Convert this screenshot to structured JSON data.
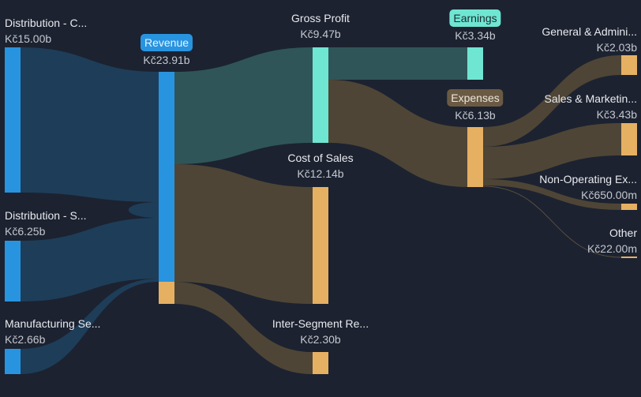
{
  "chart_data": {
    "type": "sankey",
    "title": "",
    "currency_prefix": "Kč",
    "nodes": [
      {
        "id": "dist_c",
        "label": "Distribution - C...",
        "value": "Kč15.00b",
        "value_num": 15.0,
        "unit": "b"
      },
      {
        "id": "dist_s",
        "label": "Distribution - S...",
        "value": "Kč6.25b",
        "value_num": 6.25,
        "unit": "b"
      },
      {
        "id": "mfg",
        "label": "Manufacturing Se...",
        "value": "Kč2.66b",
        "value_num": 2.66,
        "unit": "b"
      },
      {
        "id": "revenue",
        "label": "Revenue",
        "value": "Kč23.91b",
        "value_num": 23.91,
        "unit": "b"
      },
      {
        "id": "gross_profit",
        "label": "Gross Profit",
        "value": "Kč9.47b",
        "value_num": 9.47,
        "unit": "b"
      },
      {
        "id": "cost_of_sales",
        "label": "Cost of Sales",
        "value": "Kč12.14b",
        "value_num": 12.14,
        "unit": "b"
      },
      {
        "id": "inter_segment",
        "label": "Inter-Segment Re...",
        "value": "Kč2.30b",
        "value_num": 2.3,
        "unit": "b"
      },
      {
        "id": "earnings",
        "label": "Earnings",
        "value": "Kč3.34b",
        "value_num": 3.34,
        "unit": "b"
      },
      {
        "id": "expenses",
        "label": "Expenses",
        "value": "Kč6.13b",
        "value_num": 6.13,
        "unit": "b"
      },
      {
        "id": "gna",
        "label": "General & Admini...",
        "value": "Kč2.03b",
        "value_num": 2.03,
        "unit": "b"
      },
      {
        "id": "snm",
        "label": "Sales & Marketin...",
        "value": "Kč3.43b",
        "value_num": 3.43,
        "unit": "b"
      },
      {
        "id": "nonop",
        "label": "Non-Operating Ex...",
        "value": "Kč650.00m",
        "value_num": 0.65,
        "unit": "b"
      },
      {
        "id": "other",
        "label": "Other",
        "value": "Kč22.00m",
        "value_num": 0.022,
        "unit": "b"
      }
    ],
    "links": [
      {
        "source": "dist_c",
        "target": "revenue",
        "value": 15.0
      },
      {
        "source": "dist_s",
        "target": "revenue",
        "value": 6.25
      },
      {
        "source": "mfg",
        "target": "revenue",
        "value": 2.66
      },
      {
        "source": "revenue",
        "target": "gross_profit",
        "value": 9.47
      },
      {
        "source": "revenue",
        "target": "cost_of_sales",
        "value": 12.14
      },
      {
        "source": "revenue",
        "target": "inter_segment",
        "value": 2.3
      },
      {
        "source": "gross_profit",
        "target": "earnings",
        "value": 3.34
      },
      {
        "source": "gross_profit",
        "target": "expenses",
        "value": 6.13
      },
      {
        "source": "expenses",
        "target": "gna",
        "value": 2.03
      },
      {
        "source": "expenses",
        "target": "snm",
        "value": 3.43
      },
      {
        "source": "expenses",
        "target": "nonop",
        "value": 0.65
      },
      {
        "source": "expenses",
        "target": "other",
        "value": 0.022
      }
    ]
  },
  "colors": {
    "background": "#1c2230",
    "revenue_node": "#2894e0",
    "revenue_link": "#1e3d58",
    "profit_node": "#6fe6d2",
    "profit_link": "#2f5558",
    "expense_node": "#e6b062",
    "expense_link": "#4e4536"
  },
  "labels": {
    "dist_c": {
      "name": "Distribution - C...",
      "value": "Kč15.00b"
    },
    "dist_s": {
      "name": "Distribution - S...",
      "value": "Kč6.25b"
    },
    "mfg": {
      "name": "Manufacturing Se...",
      "value": "Kč2.66b"
    },
    "revenue": {
      "name": "Revenue",
      "value": "Kč23.91b"
    },
    "gross_profit": {
      "name": "Gross Profit",
      "value": "Kč9.47b"
    },
    "cost_of_sales": {
      "name": "Cost of Sales",
      "value": "Kč12.14b"
    },
    "inter_segment": {
      "name": "Inter-Segment Re...",
      "value": "Kč2.30b"
    },
    "earnings": {
      "name": "Earnings",
      "value": "Kč3.34b"
    },
    "expenses": {
      "name": "Expenses",
      "value": "Kč6.13b"
    },
    "gna": {
      "name": "General & Admini...",
      "value": "Kč2.03b"
    },
    "snm": {
      "name": "Sales & Marketin...",
      "value": "Kč3.43b"
    },
    "nonop": {
      "name": "Non-Operating Ex...",
      "value": "Kč650.00m"
    },
    "other": {
      "name": "Other",
      "value": "Kč22.00m"
    }
  }
}
